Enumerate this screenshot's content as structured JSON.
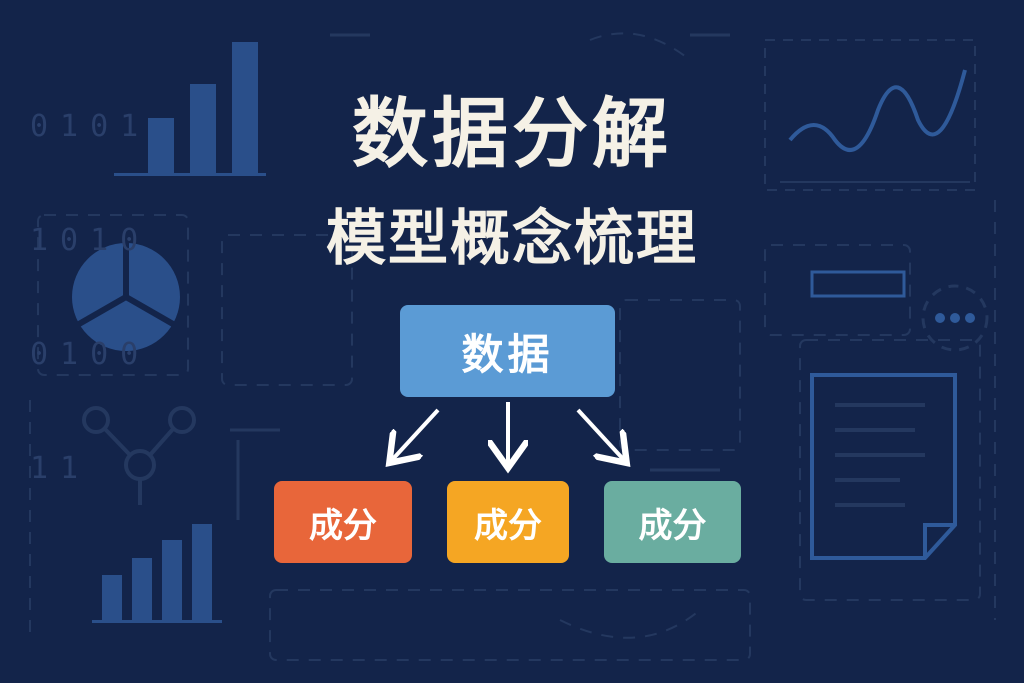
{
  "title": {
    "line1": "数据分解",
    "line2": "模型概念梳理"
  },
  "diagram": {
    "root": {
      "label": "数据",
      "color": "#5b9bd5"
    },
    "components": [
      {
        "label": "成分",
        "color": "#e8663a"
      },
      {
        "label": "成分",
        "color": "#f5a623"
      },
      {
        "label": "成分",
        "color": "#6aada0"
      }
    ]
  },
  "background": {
    "binary_rows": [
      "0101",
      "1010",
      "0100",
      "11"
    ],
    "icons": [
      "bar-chart-icon",
      "pie-chart-icon",
      "line-chart-icon",
      "network-icon",
      "document-icon",
      "bar-chart-icon"
    ]
  },
  "colors": {
    "background": "#13244a",
    "text": "#f5f1e6",
    "decor": "#2a4a80"
  }
}
